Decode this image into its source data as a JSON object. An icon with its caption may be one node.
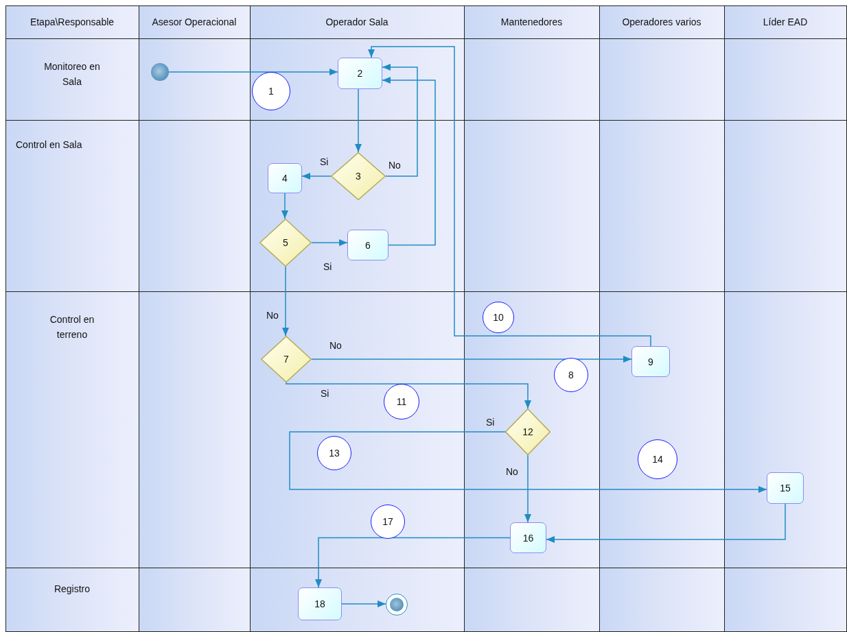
{
  "diagram": {
    "nodes": [
      {
        "text": [],
        "shape": "circle"
      },
      {
        "text": [
          "2"
        ]
      },
      {
        "text": [
          "1"
        ]
      },
      {
        "text": [
          "3"
        ]
      },
      {
        "text": [
          "4"
        ]
      },
      {
        "text": [
          "5"
        ]
      },
      {
        "text": [
          "6"
        ]
      },
      {
        "text": [
          "10"
        ]
      },
      {
        "text": [
          "7"
        ]
      },
      {
        "text": [
          "9"
        ]
      },
      {
        "text": [
          "8"
        ]
      },
      {
        "text": [
          "11"
        ]
      },
      {
        "text": [
          "12"
        ]
      },
      {
        "text": [
          "13"
        ]
      },
      {
        "text": [
          "14"
        ]
      },
      {
        "text": [
          "15"
        ]
      },
      {
        "text": [
          "17"
        ]
      },
      {
        "text": [
          "16"
        ]
      },
      {
        "text": [
          "18"
        ]
      },
      {
        "text": [],
        "shape": "circle"
      }
    ],
    "edges": [
      {
        "from": 0,
        "to": 1,
        "arrow": "to"
      },
      {
        "from": 1,
        "to": 3,
        "arrow": "to"
      },
      {
        "from": 3,
        "to": 4,
        "arrow": "to",
        "label": "Si"
      },
      {
        "from": 3,
        "to": 1,
        "arrow": "to",
        "label": "No"
      },
      {
        "from": 4,
        "to": 5,
        "arrow": "to"
      },
      {
        "from": 5,
        "to": 6,
        "arrow": "to",
        "label": "Si"
      },
      {
        "from": 6,
        "to": 1,
        "arrow": "to"
      },
      {
        "from": 5,
        "to": 8,
        "arrow": "to",
        "label": "No"
      },
      {
        "from": 8,
        "to": 9,
        "arrow": "to",
        "label": "No"
      },
      {
        "from": 9,
        "to": 1,
        "arrow": "to"
      },
      {
        "from": 8,
        "to": 12,
        "arrow": "to",
        "label": "Si"
      },
      {
        "from": 12,
        "to": 15,
        "arrow": "to",
        "label": "Si"
      },
      {
        "from": 12,
        "to": 17,
        "arrow": "to",
        "label": "No"
      },
      {
        "from": 15,
        "to": 17,
        "arrow": "to"
      },
      {
        "from": 17,
        "to": 18,
        "arrow": "to"
      },
      {
        "from": 18,
        "to": 19,
        "arrow": "to"
      }
    ],
    "labels": [
      "Etapa\\Responsable",
      "Asesor Operacional",
      "Operador Sala",
      "Mantenedores",
      "Operadores varios",
      "Líder EAD",
      "Monitoreo en Sala",
      "Control en Sala",
      "Control en terreno",
      "Registro"
    ]
  }
}
